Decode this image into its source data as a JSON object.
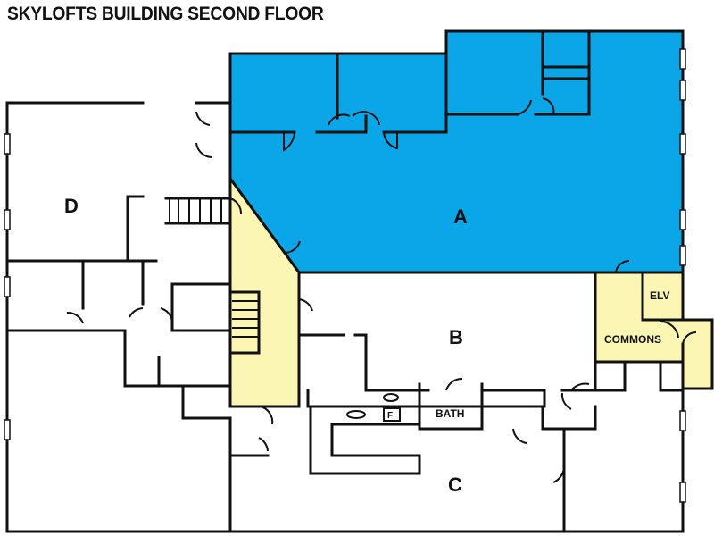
{
  "title": "SKYLOFTS BUILDING SECOND FLOOR",
  "colors": {
    "leased_space": "#0aa6e8",
    "common_area": "#fcf6b4",
    "walls": "#111111",
    "background": "#ffffff"
  },
  "labels": {
    "space_a": "A",
    "space_b": "B",
    "space_c": "C",
    "space_d": "D",
    "elevator": "ELV",
    "commons": "COMMONS",
    "bath": "BATH",
    "f": "F"
  }
}
